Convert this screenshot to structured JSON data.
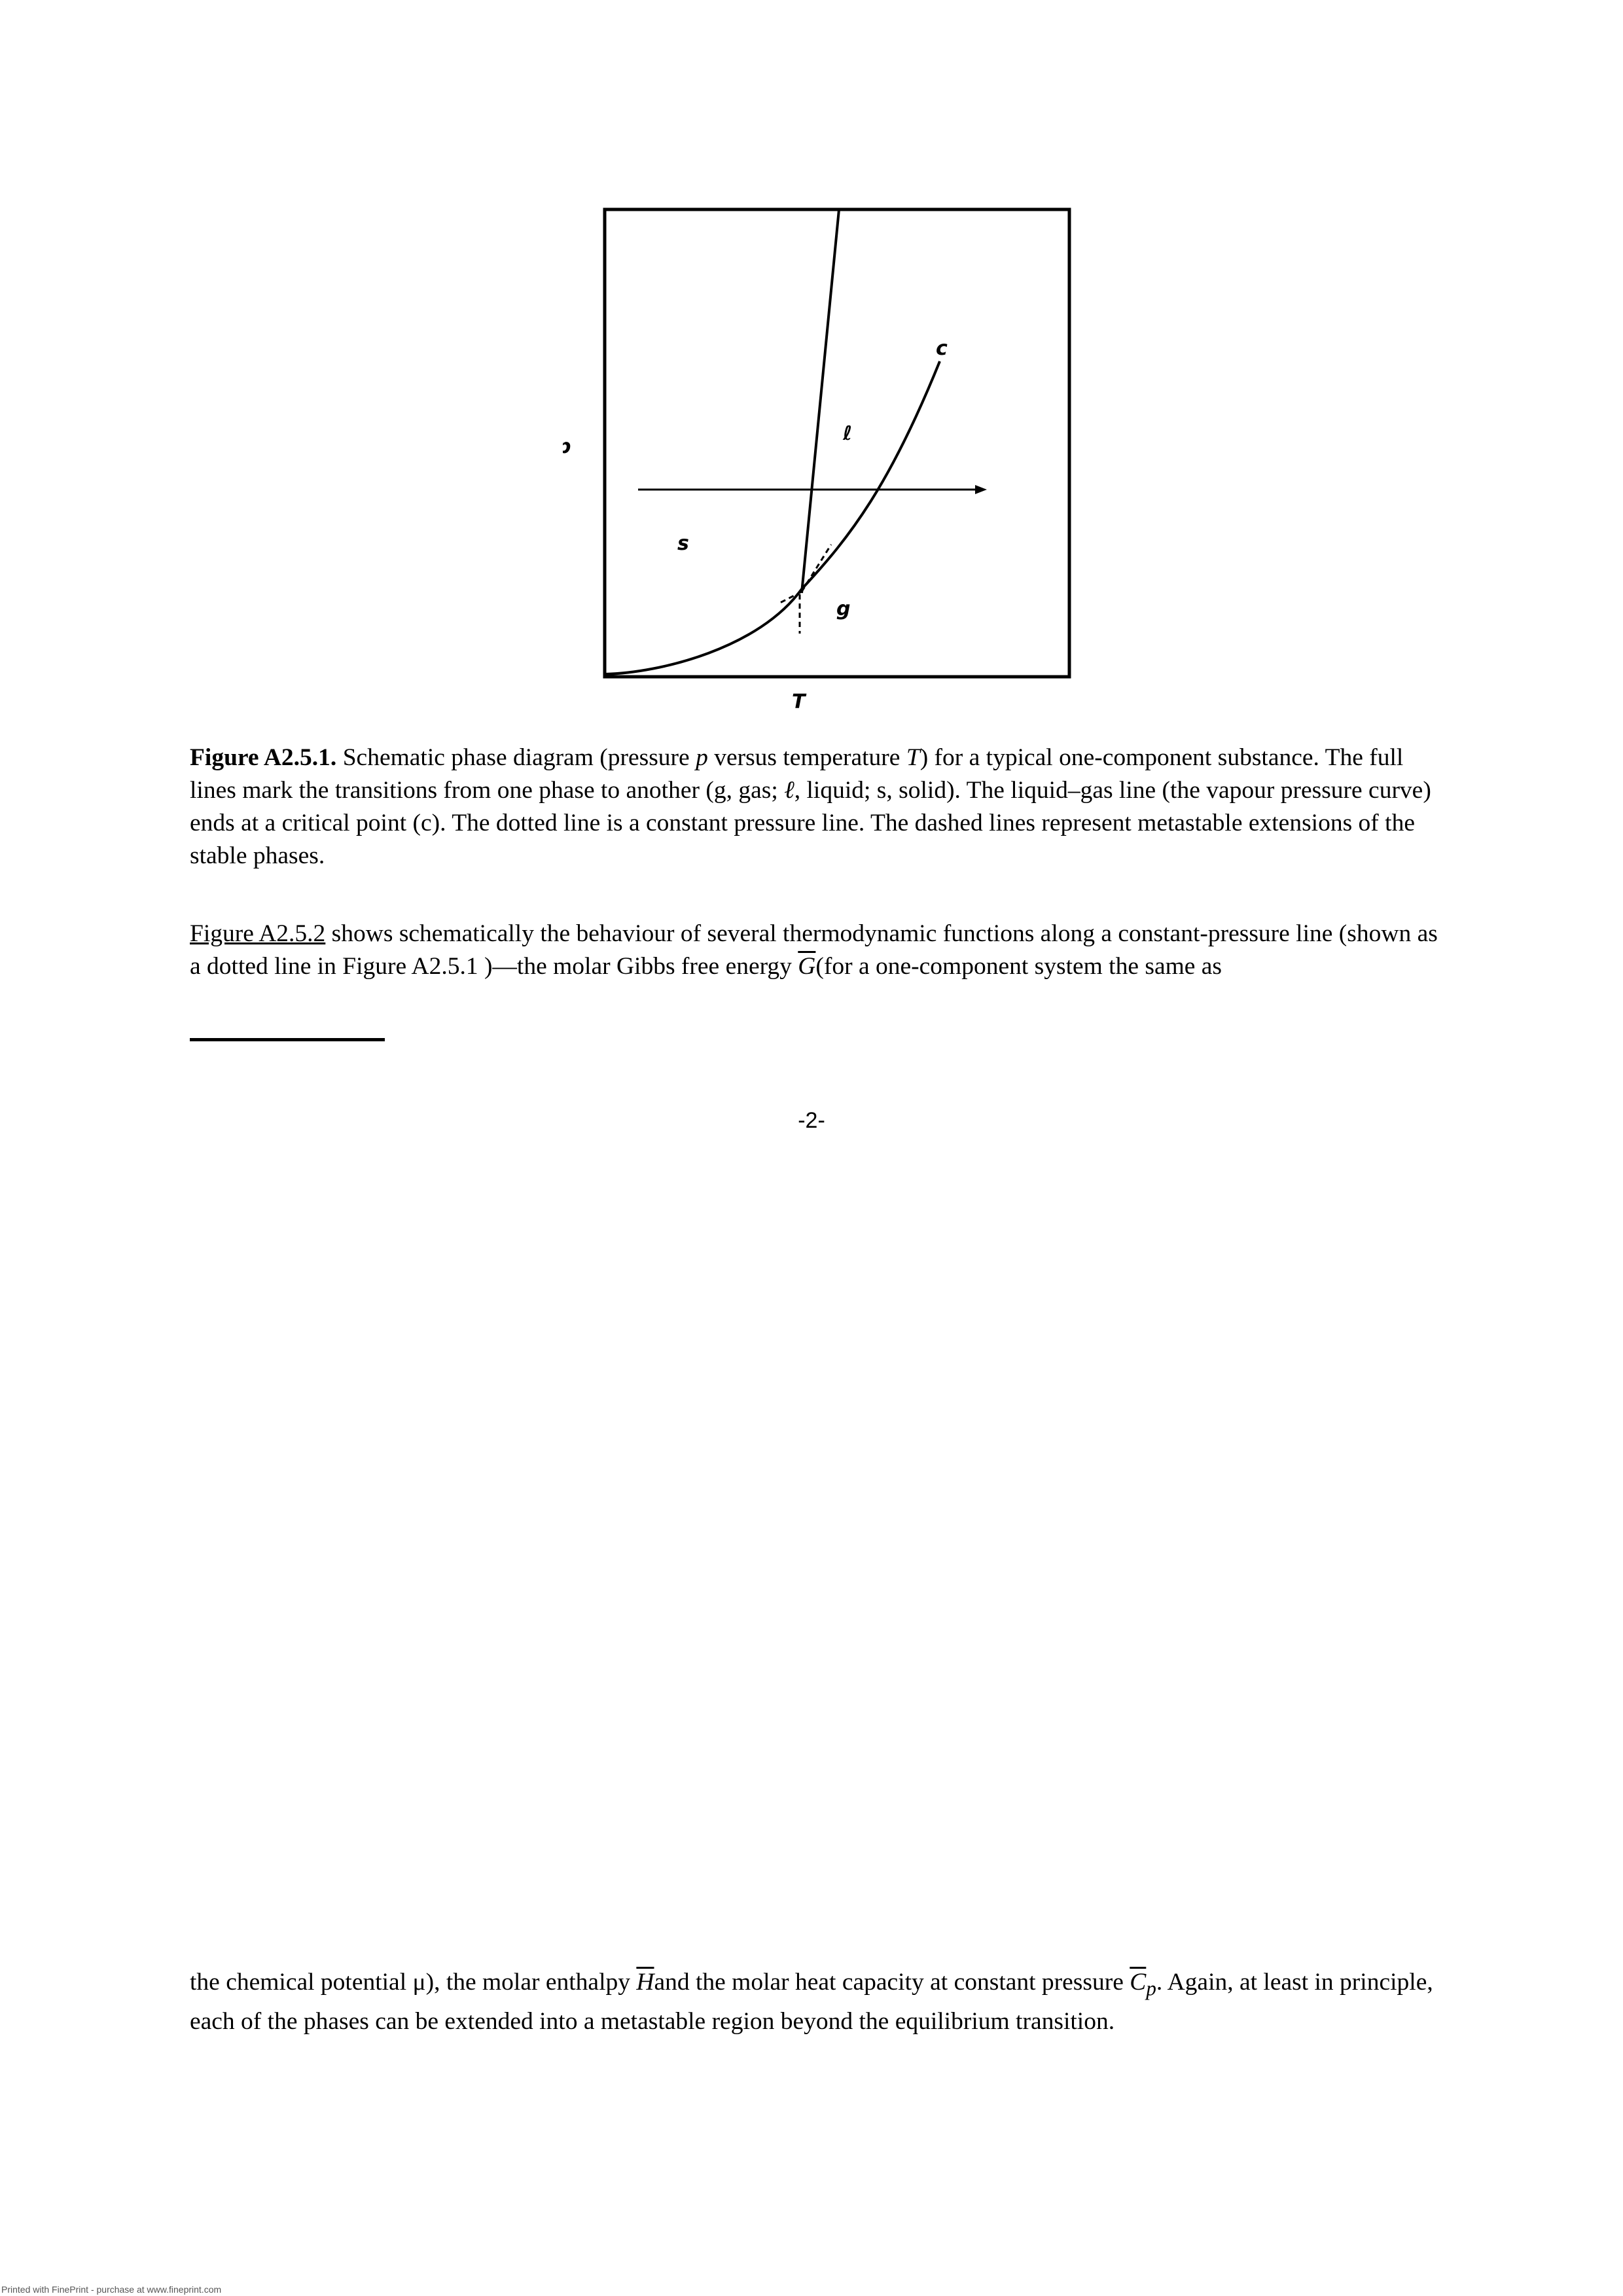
{
  "figure": {
    "diagram_labels": {
      "p": "p",
      "T": "T",
      "s": "s",
      "l": "ℓ",
      "g": "g",
      "c": "c"
    }
  },
  "caption": {
    "label": "Figure A2.5.1.",
    "t1": " Schematic phase diagram (pressure ",
    "p": "p",
    "t2": " versus temperature ",
    "T": "T",
    "t3": ") for a typical one-component substance. The full lines mark the transitions from one phase to another (g, gas; ",
    "l": "ℓ",
    "t4": ", liquid; s, solid). The liquid–gas line (the vapour pressure curve) ends at a critical point (c). The dotted line is a constant pressure line. The dashed lines represent metastable extensions of the stable phases."
  },
  "para1": {
    "link": "Figure A2.5.2",
    "t1": " shows schematically the behaviour of several thermodynamic functions along a constant-pressure line (shown as a dotted line in Figure A2.5.1 )—the molar Gibbs free energy ",
    "G": "G",
    "t2": "(for a one-component system the same as"
  },
  "page_number": "-2-",
  "para2": {
    "t1": "the chemical potential μ), the molar enthalpy ",
    "H": "H",
    "t2": "and the molar heat capacity at constant pressure ",
    "C": "C",
    "sub": "p",
    "t3": ". Again, at least in principle, each of the phases can be extended into a metastable region beyond the equilibrium transition."
  },
  "footer_note": "Printed with FinePrint - purchase at www.fineprint.com"
}
